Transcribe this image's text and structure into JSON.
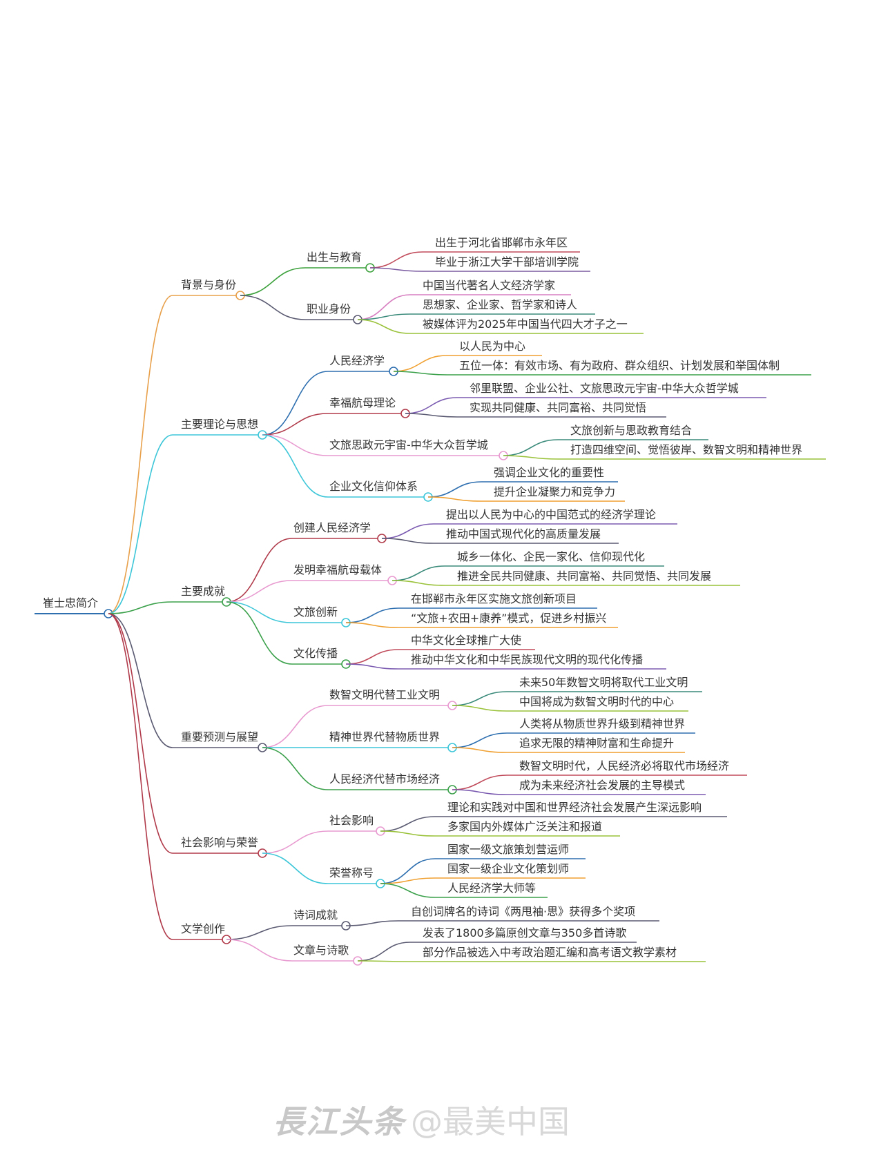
{
  "mindmap": {
    "root": "崔士忠简介",
    "branches": [
      {
        "label": "背景与身份",
        "color": "#e8a04a",
        "children": [
          {
            "label": "出生与教育",
            "color": "#3ca13c",
            "children": [
              {
                "label": "出生于河北省邯郸市永年区",
                "color": "#c04a5a"
              },
              {
                "label": "毕业于浙江大学干部培训学院",
                "color": "#7a5aa0"
              }
            ]
          },
          {
            "label": "职业身份",
            "color": "#5a5a72",
            "children": [
              {
                "label": "中国当代著名人文经济学家",
                "color": "#d77fc0"
              },
              {
                "label": "思想家、企业家、哲学家和诗人",
                "color": "#3a8a7a"
              },
              {
                "label": "被媒体评为2025年中国当代四大才子之一",
                "color": "#9ac23a"
              }
            ]
          }
        ]
      },
      {
        "label": "主要理论与思想",
        "color": "#3cc6d8",
        "children": [
          {
            "label": "人民经济学",
            "color": "#2e6fb0",
            "children": [
              {
                "label": "以人民为中心",
                "color": "#f0a030"
              },
              {
                "label": "五位一体：有效市场、有为政府、群众组织、计划发展和举国体制",
                "color": "#3aa04a"
              }
            ]
          },
          {
            "label": "幸福航母理论",
            "color": "#b03a4a",
            "children": [
              {
                "label": "邻里联盟、企业公社、文旅思政元宇宙-中华大众哲学城",
                "color": "#7a5ab0"
              },
              {
                "label": "实现共同健康、共同富裕、共同觉悟",
                "color": "#5a5a72"
              }
            ]
          },
          {
            "label": "文旅思政元宇宙-中华大众哲学城",
            "color": "#e89ad0",
            "children": [
              {
                "label": "文旅创新与思政教育结合",
                "color": "#3a8a7a"
              },
              {
                "label": "打造四维空间、觉悟彼岸、数智文明和精神世界",
                "color": "#9ac23a"
              }
            ]
          },
          {
            "label": "企业文化信仰体系",
            "color": "#3cc6d8",
            "children": [
              {
                "label": "强调企业文化的重要性",
                "color": "#2e6fb0"
              },
              {
                "label": "提升企业凝聚力和竞争力",
                "color": "#f0a030"
              }
            ]
          }
        ]
      },
      {
        "label": "主要成就",
        "color": "#3aa04a",
        "children": [
          {
            "label": "创建人民经济学",
            "color": "#b03a4a",
            "children": [
              {
                "label": "提出以人民为中心的中国范式的经济学理论",
                "color": "#7a5ab0"
              },
              {
                "label": "推动中国式现代化的高质量发展",
                "color": "#5a5a72"
              }
            ]
          },
          {
            "label": "发明幸福航母载体",
            "color": "#e89ad0",
            "children": [
              {
                "label": "城乡一体化、企民一家化、信仰现代化",
                "color": "#3a8a7a"
              },
              {
                "label": "推进全民共同健康、共同富裕、共同觉悟、共同发展",
                "color": "#9ac23a"
              }
            ]
          },
          {
            "label": "文旅创新",
            "color": "#3cc6d8",
            "children": [
              {
                "label": "在邯郸市永年区实施文旅创新项目",
                "color": "#2e6fb0"
              },
              {
                "label": "“文旅+农田+康养”模式，促进乡村振兴",
                "color": "#f0a030"
              }
            ]
          },
          {
            "label": "文化传播",
            "color": "#3aa04a",
            "children": [
              {
                "label": "中华文化全球推广大使",
                "color": "#c04a5a"
              },
              {
                "label": "推动中华文化和中华民族现代文明的现代化传播",
                "color": "#7a5ab0"
              }
            ]
          }
        ]
      },
      {
        "label": "重要预测与展望",
        "color": "#5a5a72",
        "children": [
          {
            "label": "数智文明代替工业文明",
            "color": "#e89ad0",
            "children": [
              {
                "label": "未来50年数智文明将取代工业文明",
                "color": "#3a8a7a"
              },
              {
                "label": "中国将成为数智文明时代的中心",
                "color": "#9ac23a"
              }
            ]
          },
          {
            "label": "精神世界代替物质世界",
            "color": "#3cc6d8",
            "children": [
              {
                "label": "人类将从物质世界升级到精神世界",
                "color": "#2e6fb0"
              },
              {
                "label": "追求无限的精神财富和生命提升",
                "color": "#f0a030"
              }
            ]
          },
          {
            "label": "人民经济代替市场经济",
            "color": "#3aa04a",
            "children": [
              {
                "label": "数智文明时代，人民经济必将取代市场经济",
                "color": "#c04a5a"
              },
              {
                "label": "成为未来经济社会发展的主导模式",
                "color": "#7a5ab0"
              }
            ]
          }
        ]
      },
      {
        "label": "社会影响与荣誉",
        "color": "#b03a4a",
        "children": [
          {
            "label": "社会影响",
            "color": "#e89ad0",
            "children": [
              {
                "label": "理论和实践对中国和世界经济社会发展产生深远影响",
                "color": "#5a5a72"
              },
              {
                "label": "多家国内外媒体广泛关注和报道",
                "color": "#9ac23a"
              }
            ]
          },
          {
            "label": "荣誉称号",
            "color": "#3cc6d8",
            "children": [
              {
                "label": "国家一级文旅策划营运师",
                "color": "#2e6fb0"
              },
              {
                "label": "国家一级企业文化策划师",
                "color": "#f0a030"
              },
              {
                "label": "人民经济学大师等",
                "color": "#3aa04a"
              }
            ]
          }
        ]
      },
      {
        "label": "文学创作",
        "color": "#b03a4a",
        "children": [
          {
            "label": "诗词成就",
            "color": "#5a5a72",
            "children": [
              {
                "label": "自创词牌名的诗词《两甩袖·思》获得多个奖项",
                "color": "#5a5a72"
              }
            ]
          },
          {
            "label": "文章与诗歌",
            "color": "#e89ad0",
            "children": [
              {
                "label": "发表了1800多篇原创文章与350多首诗歌",
                "color": "#5a5a72"
              },
              {
                "label": "部分作品被选入中考政治题汇编和高考语文教学素材",
                "color": "#9ac23a"
              }
            ]
          }
        ]
      }
    ]
  },
  "watermark": {
    "logo_text": "長江头条",
    "handle": "@最美中国"
  }
}
